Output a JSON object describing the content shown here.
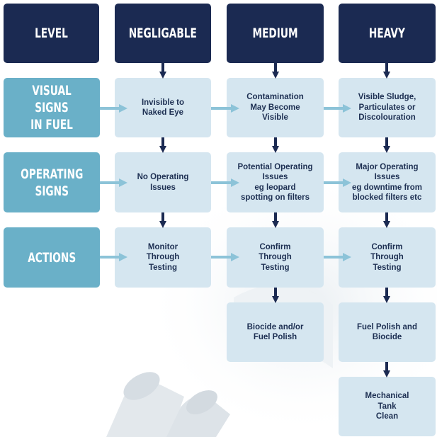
{
  "columns": {
    "level": "LEVEL",
    "negligable": "NEGLIGABLE",
    "medium": "MEDIUM",
    "heavy": "HEAVY"
  },
  "rows": {
    "visual_signs": "VISUAL SIGNS\nIN FUEL",
    "operating_signs": "OPERATING\nSIGNS",
    "actions": "ACTIONS"
  },
  "cells": {
    "visual_negligable": "Invisible to\nNaked Eye",
    "visual_medium": "Contamination\nMay Become\nVisible",
    "visual_heavy": "Visible Sludge,\nParticulates or\nDiscolouration",
    "operating_negligable": "No Operating\nIssues",
    "operating_medium": "Potential Operating\nIssues\neg leopard\nspotting on filters",
    "operating_heavy": "Major Operating\nIssues\neg downtime from\nblocked filters etc",
    "actions_negligable": "Monitor\nThrough\nTesting",
    "actions_medium": "Confirm\nThrough\nTesting",
    "actions_heavy": "Confirm\nThrough\nTesting",
    "treatment_medium": "Biocide and/or\nFuel Polish",
    "treatment_heavy": "Fuel Polish and\nBiocide",
    "tank_clean_heavy": "Mechanical\nTank\nClean"
  },
  "colors": {
    "header_navy": "#1b2a52",
    "row_label_blue": "#6ab0c8",
    "cell_light_blue": "#d5e6f0",
    "arrow_blue": "#8cc3d8",
    "cell_text": "#1d2f52"
  }
}
